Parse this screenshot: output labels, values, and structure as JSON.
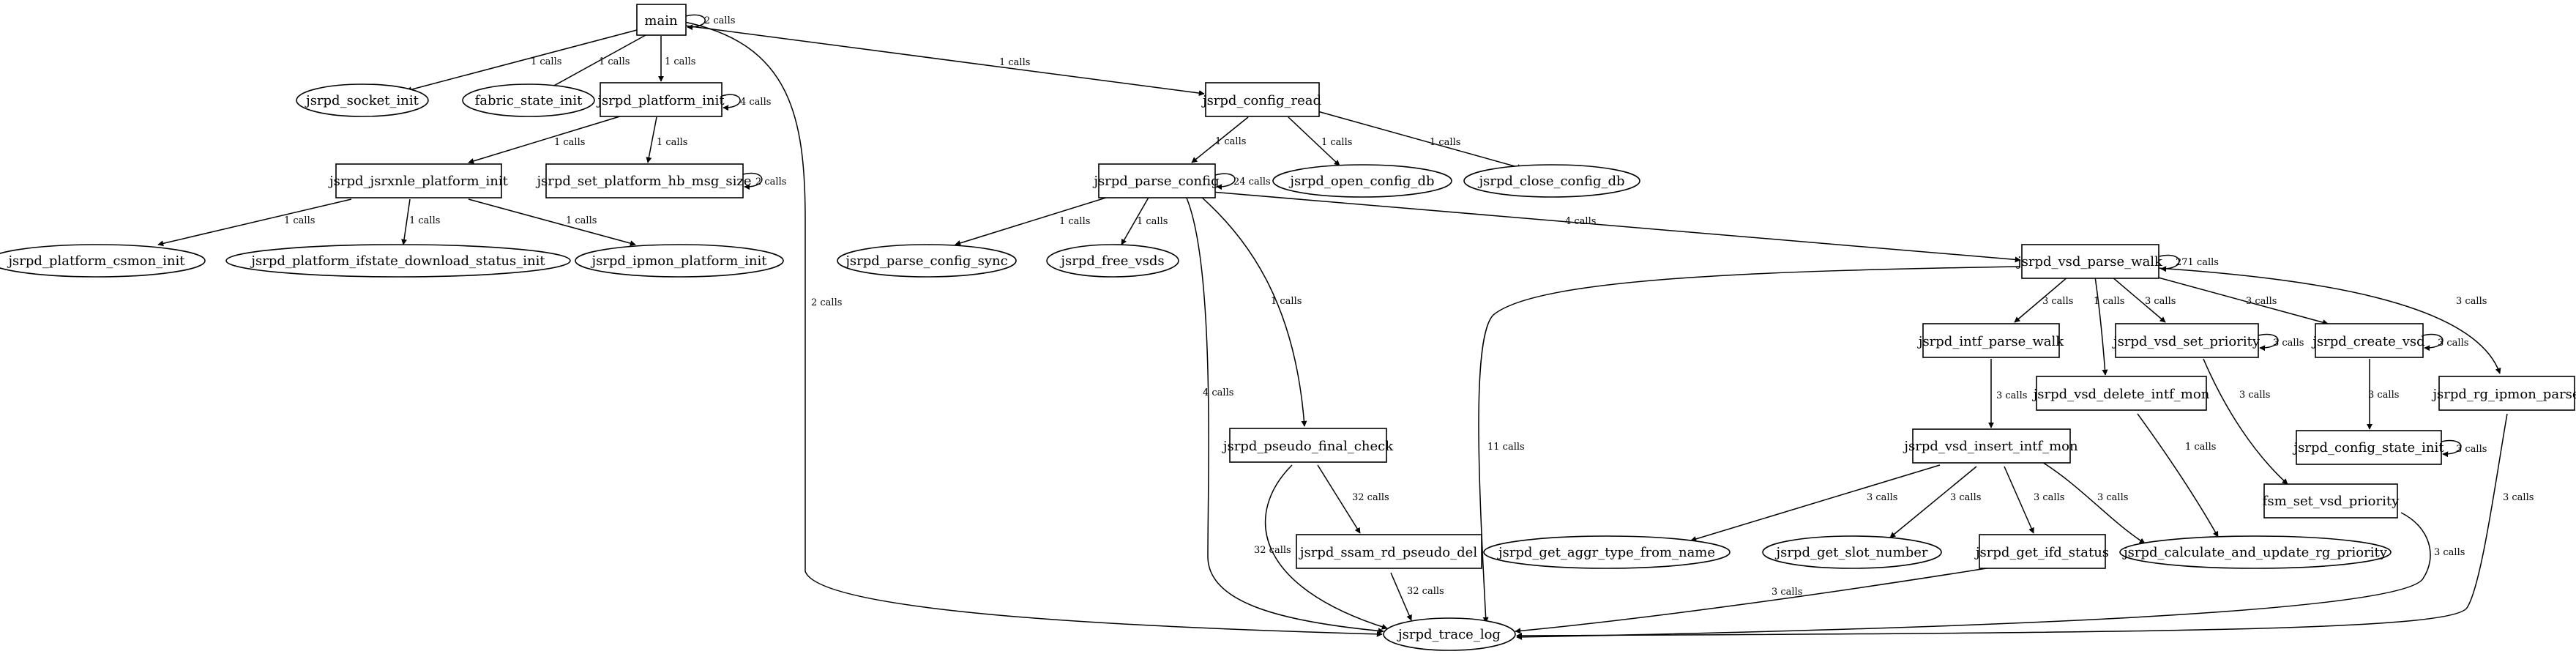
{
  "graph": {
    "nodes": {
      "main": "main",
      "socket_init": "jsrpd_socket_init",
      "fabric_state_init": "fabric_state_init",
      "platform_init": "jsrpd_platform_init",
      "config_read": "jsrpd_config_read",
      "jsrxnle_platform_init": "jsrpd_jsrxnle_platform_init",
      "set_platform_hb_msg_size": "jsrpd_set_platform_hb_msg_size",
      "parse_config": "jsrpd_parse_config",
      "open_config_db": "jsrpd_open_config_db",
      "close_config_db": "jsrpd_close_config_db",
      "platform_csmon_init": "jsrpd_platform_csmon_init",
      "platform_ifstate_download_status_init": "jsrpd_platform_ifstate_download_status_init",
      "ipmon_platform_init": "jsrpd_ipmon_platform_init",
      "parse_config_sync": "jsrpd_parse_config_sync",
      "free_vsds": "jsrpd_free_vsds",
      "vsd_parse_walk": "jsrpd_vsd_parse_walk",
      "intf_parse_walk": "jsrpd_intf_parse_walk",
      "vsd_set_priority": "jsrpd_vsd_set_priority",
      "create_vsd": "jsrpd_create_vsd",
      "vsd_delete_intf_mon": "jsrpd_vsd_delete_intf_mon",
      "rg_ipmon_parse": "jsrpd_rg_ipmon_parse",
      "pseudo_final_check": "jsrpd_pseudo_final_check",
      "vsd_insert_intf_mon": "jsrpd_vsd_insert_intf_mon",
      "config_state_init": "jsrpd_config_state_init",
      "fsm_set_vsd_priority": "fsm_set_vsd_priority",
      "ssam_rd_pseudo_del": "jsrpd_ssam_rd_pseudo_del",
      "get_aggr_type_from_name": "jsrpd_get_aggr_type_from_name",
      "get_slot_number": "jsrpd_get_slot_number",
      "get_ifd_status": "jsrpd_get_ifd_status",
      "calculate_and_update_rg_priority": "jsrpd_calculate_and_update_rg_priority",
      "trace_log": "jsrpd_trace_log"
    },
    "edge_labels": {
      "main_self": "2 calls",
      "main_socket": "1 calls",
      "main_fabric": "1 calls",
      "main_platform": "1 calls",
      "main_config_read": "1 calls",
      "main_trace": "2 calls",
      "platform_self": "4 calls",
      "platform_jsrxnle": "1 calls",
      "platform_hb": "1 calls",
      "hb_self": "2 calls",
      "jsrxnle_csmon": "1 calls",
      "jsrxnle_ifstate": "1 calls",
      "jsrxnle_ipmon": "1 calls",
      "config_read_parse": "1 calls",
      "config_read_open": "1 calls",
      "config_read_close": "1 calls",
      "parse_self": "24 calls",
      "parse_sync": "1 calls",
      "parse_free": "1 calls",
      "parse_walk": "4 calls",
      "parse_pseudo": "1 calls",
      "parse_trace": "4 calls",
      "walk_self": "271 calls",
      "walk_intf": "3 calls",
      "walk_delete": "1 calls",
      "walk_setprio": "3 calls",
      "walk_create": "3 calls",
      "walk_rg": "3 calls",
      "walk_trace": "11 calls",
      "setprio_self": "3 calls",
      "setprio_fsm": "3 calls",
      "create_self": "3 calls",
      "create_state": "3 calls",
      "state_self": "3 calls",
      "intf_insert": "3 calls",
      "delete_calc": "1 calls",
      "rg_trace": "3 calls",
      "insert_aggr": "3 calls",
      "insert_slot": "3 calls",
      "insert_ifd": "3 calls",
      "insert_calc": "3 calls",
      "pseudo_ssam": "32 calls",
      "pseudo_trace": "32 calls",
      "ssam_trace": "32 calls",
      "ifd_trace": "3 calls",
      "fsm_trace": "3 calls"
    }
  }
}
